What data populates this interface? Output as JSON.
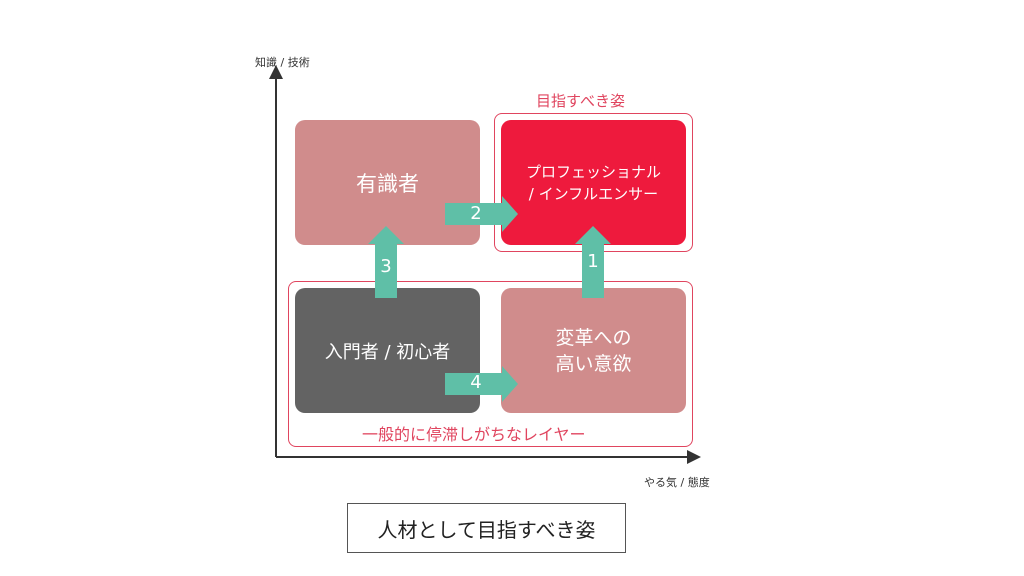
{
  "axes": {
    "y_label": "知識 / 技術",
    "x_label": "やる気 / 態度",
    "color": "#333333"
  },
  "boxes": {
    "expert": {
      "lines": [
        "有識者"
      ],
      "color": "#d08c8c"
    },
    "professional": {
      "lines": [
        "プロフェッショナル",
        "/ インフルエンサー"
      ],
      "color": "#ee1a3d"
    },
    "beginner": {
      "lines": [
        "入門者 / 初心者"
      ],
      "color": "#636363"
    },
    "motivated": {
      "lines": [
        "変革への",
        "高い意欲"
      ],
      "color": "#d08c8c"
    }
  },
  "frames": {
    "goal_label": "目指すべき姿",
    "stall_label": "一般的に停滞しがちなレイヤー",
    "color": "#e0455f"
  },
  "arrows": {
    "color": "#5fbfa7",
    "items": [
      {
        "id": "1",
        "label": "1"
      },
      {
        "id": "2",
        "label": "2"
      },
      {
        "id": "3",
        "label": "3"
      },
      {
        "id": "4",
        "label": "4"
      }
    ]
  },
  "caption": "人材として目指すべき姿"
}
